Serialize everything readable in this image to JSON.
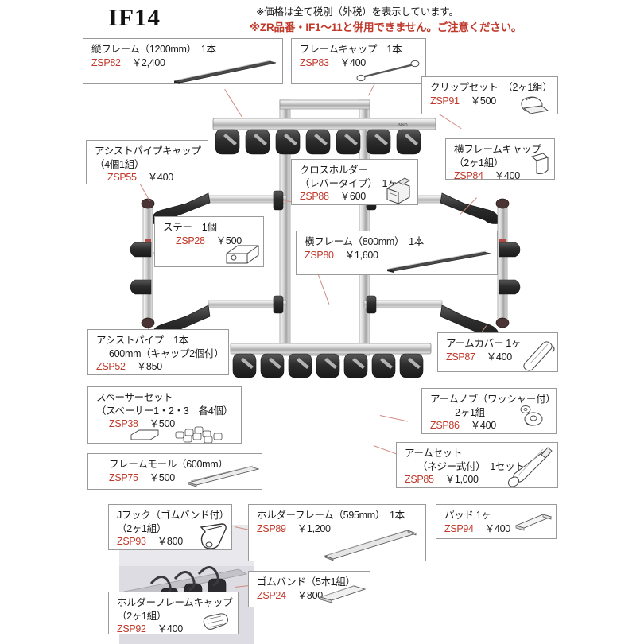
{
  "header": {
    "title": "IF14",
    "note_tax": "※価格は全て税別（外税）を表示しています。",
    "note_warning": "※ZR品番・IF1～11と併用できません。ご注意ください。",
    "accent_color": "#c0392b",
    "text_color": "#1a1a1a"
  },
  "parts": [
    {
      "id": "vertical-frame",
      "name_lines": [
        "縦フレーム（1200mm）　1本"
      ],
      "code": "ZSP82",
      "price": "￥2,400",
      "icon": "long-bar-icon"
    },
    {
      "id": "frame-cap",
      "name_lines": [
        "フレームキャップ　1本"
      ],
      "code": "ZSP83",
      "price": "￥400",
      "icon": "thin-rod-icon"
    },
    {
      "id": "clip-set",
      "name_lines": [
        "クリップセット　（2ヶ1組）"
      ],
      "code": "ZSP91",
      "price": "￥500",
      "icon": "clip-icon"
    },
    {
      "id": "assist-pipe-cap",
      "name_lines": [
        "アシストパイプキャップ",
        "（4個1組）"
      ],
      "code": "ZSP55",
      "price": "￥400",
      "icon": "cap-icon"
    },
    {
      "id": "cross-holder",
      "name_lines": [
        "クロスホルダー",
        "（レバータイプ）　1ヶ"
      ],
      "code": "ZSP88",
      "price": "￥600",
      "icon": "lever-block-icon"
    },
    {
      "id": "side-frame-cap",
      "name_lines": [
        "横フレームキャップ",
        "（2ヶ1組）"
      ],
      "code": "ZSP84",
      "price": "￥400",
      "icon": "wedge-cap-icon"
    },
    {
      "id": "stay",
      "name_lines": [
        "ステー　1個"
      ],
      "code": "ZSP28",
      "price": "￥500",
      "icon": "stay-block-icon"
    },
    {
      "id": "side-frame",
      "name_lines": [
        "横フレーム（800mm）　1本"
      ],
      "code": "ZSP80",
      "price": "￥1,600",
      "icon": "long-bar-icon"
    },
    {
      "id": "assist-pipe",
      "name_lines": [
        "アシストパイプ　1本",
        "600mm（キャップ2個付）"
      ],
      "code": "ZSP52",
      "price": "￥850",
      "icon": "pipe-icon"
    },
    {
      "id": "arm-cover",
      "name_lines": [
        "アームカバー 1ヶ"
      ],
      "code": "ZSP87",
      "price": "￥400",
      "icon": "arm-cover-icon"
    },
    {
      "id": "spacer-set",
      "name_lines": [
        "スペーサーセット",
        "（スペーサー1・2・3　各4個）"
      ],
      "code": "ZSP38",
      "price": "￥500",
      "icon": "spacers-icon"
    },
    {
      "id": "arm-knob",
      "name_lines": [
        "アームノブ（ワッシャー付）",
        "2ヶ1組"
      ],
      "code": "ZSP86",
      "price": "￥400",
      "icon": "knob-washer-icon"
    },
    {
      "id": "frame-mall",
      "name_lines": [
        "フレームモール（600mm）"
      ],
      "code": "ZSP75",
      "price": "￥500",
      "icon": "molding-strip-icon"
    },
    {
      "id": "arm-set",
      "name_lines": [
        "アームセット",
        "（ネジー式付）　1セット"
      ],
      "code": "ZSP85",
      "price": "￥1,000",
      "icon": "arm-set-icon"
    },
    {
      "id": "j-hook",
      "name_lines": [
        "Jフック（ゴムバンド付）",
        "（2ヶ1組）"
      ],
      "code": "ZSP93",
      "price": "￥800",
      "icon": "j-hook-icon"
    },
    {
      "id": "holder-frame",
      "name_lines": [
        "ホルダーフレーム（595mm）　1本"
      ],
      "code": "ZSP89",
      "price": "￥1,200",
      "icon": "holder-bar-icon"
    },
    {
      "id": "pad",
      "name_lines": [
        "パッド 1ヶ"
      ],
      "code": "ZSP94",
      "price": "￥400",
      "icon": "pad-icon"
    },
    {
      "id": "rubber-band",
      "name_lines": [
        "ゴムバンド（5本1組）"
      ],
      "code": "ZSP24",
      "price": "￥800",
      "icon": "band-icon"
    },
    {
      "id": "holder-frame-cap",
      "name_lines": [
        "ホルダーフレームキャップ",
        "（2ヶ1組）"
      ],
      "code": "ZSP92",
      "price": "￥400",
      "icon": "holder-cap-icon"
    }
  ]
}
